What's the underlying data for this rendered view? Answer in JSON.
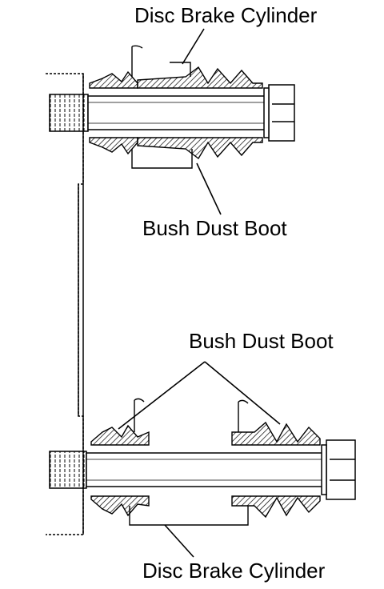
{
  "labels": {
    "top_cylinder": "Disc Brake Cylinder",
    "top_boot": "Bush Dust Boot",
    "bottom_boot": "Bush Dust Boot",
    "bottom_cylinder": "Disc Brake Cylinder"
  },
  "colors": {
    "line": "#000000",
    "hatch": "#555555",
    "background": "#ffffff"
  }
}
